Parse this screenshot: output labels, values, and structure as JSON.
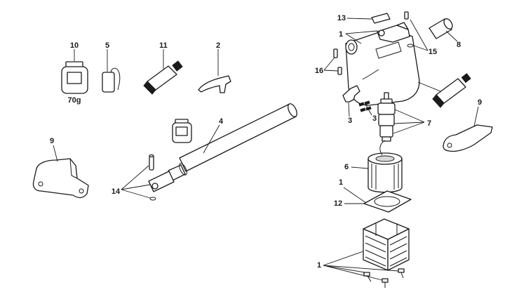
{
  "labels": {
    "p1": "1",
    "p2": "2",
    "p3": "3",
    "p4": "4",
    "p5": "5",
    "p6": "6",
    "p7": "7",
    "p8": "8",
    "p9": "9",
    "p10": "10",
    "p11": "11",
    "p12": "12",
    "p13": "13",
    "p14": "14",
    "p15": "15",
    "p16": "16",
    "weight": "70g"
  }
}
